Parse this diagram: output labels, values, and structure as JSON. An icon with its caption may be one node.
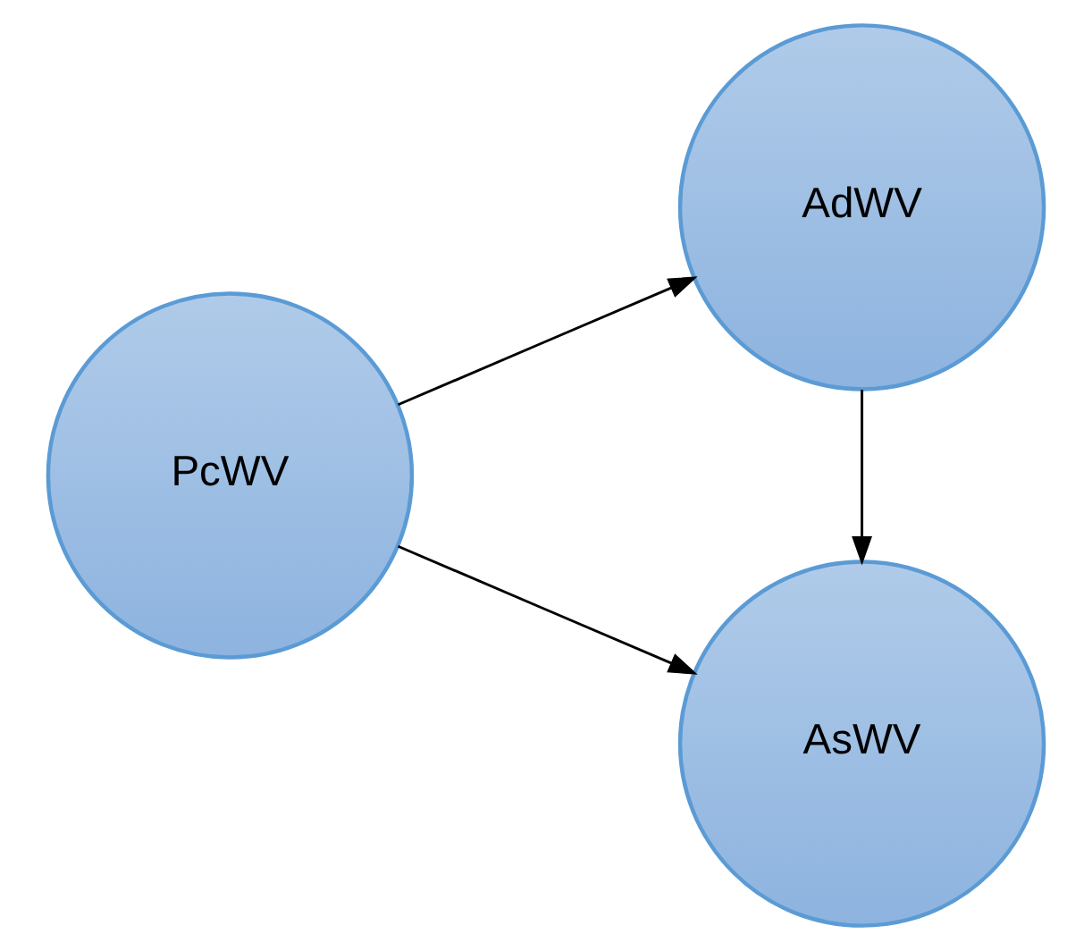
{
  "diagram": {
    "nodes": [
      {
        "text": [
          "AsWV"
        ]
      },
      {
        "text": [
          "PcWV"
        ]
      },
      {
        "text": [
          "AdWV"
        ]
      }
    ],
    "edges": [
      {
        "from": 1,
        "to": 0,
        "arrow": "to"
      },
      {
        "from": 1,
        "to": 2,
        "arrow": "to"
      },
      {
        "from": 2,
        "to": 0,
        "arrow": "to"
      }
    ]
  }
}
